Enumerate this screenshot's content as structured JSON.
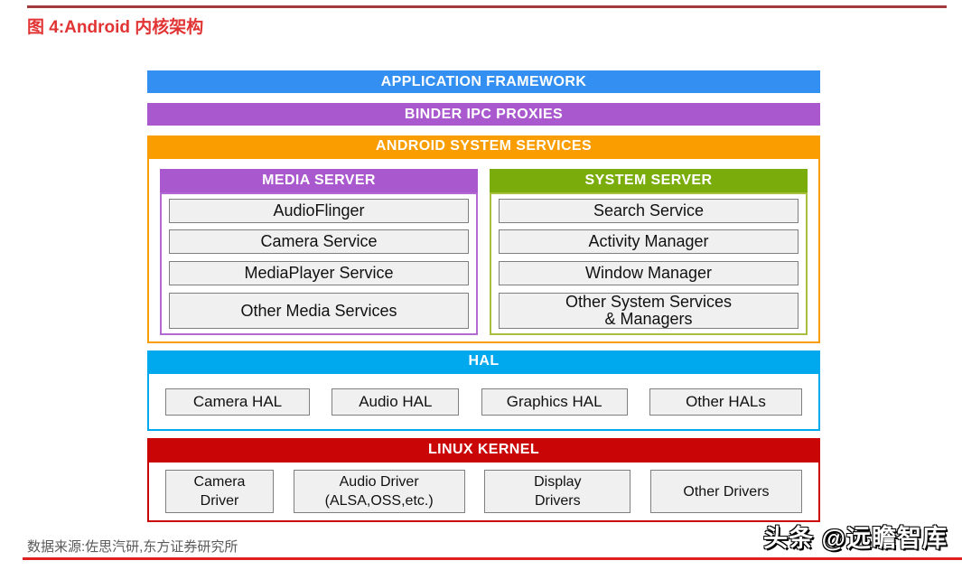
{
  "figure": {
    "title": "图 4:Android 内核架构",
    "source": "数据来源:佐思汽研,东方证券研究所",
    "watermark": "头条 @远瞻智库"
  },
  "colors": {
    "app_framework": "#3390f2",
    "binder": "#a958ce",
    "system_services": "#f99d00",
    "media_server": "#a958ce",
    "media_border": "#b06ad2",
    "system_server": "#7aad0b",
    "system_border": "#a8bf3e",
    "hal": "#00a9ee",
    "linux_kernel": "#c90505",
    "title_red": "#e13434",
    "bottom_rule_red": "#e02020",
    "top_rule_red": "#a33a3c"
  },
  "layers": {
    "application_framework": "APPLICATION FRAMEWORK",
    "binder_ipc_proxies": "BINDER IPC PROXIES",
    "android_system_services": "ANDROID SYSTEM SERVICES",
    "hal": "HAL",
    "linux_kernel": "LINUX KERNEL"
  },
  "media_server": {
    "title": "MEDIA SERVER",
    "items": [
      "AudioFlinger",
      "Camera Service",
      "MediaPlayer Service",
      "Other Media Services"
    ]
  },
  "system_server": {
    "title": "SYSTEM SERVER",
    "items": [
      "Search Service",
      "Activity Manager",
      "Window Manager",
      "Other System Services\n& Managers"
    ]
  },
  "hal": {
    "items": [
      "Camera HAL",
      "Audio HAL",
      "Graphics HAL",
      "Other HALs"
    ]
  },
  "linux_kernel": {
    "items": [
      "Camera\nDriver",
      "Audio Driver\n(ALSA,OSS,etc.)",
      "Display\nDrivers",
      "Other Drivers"
    ]
  }
}
